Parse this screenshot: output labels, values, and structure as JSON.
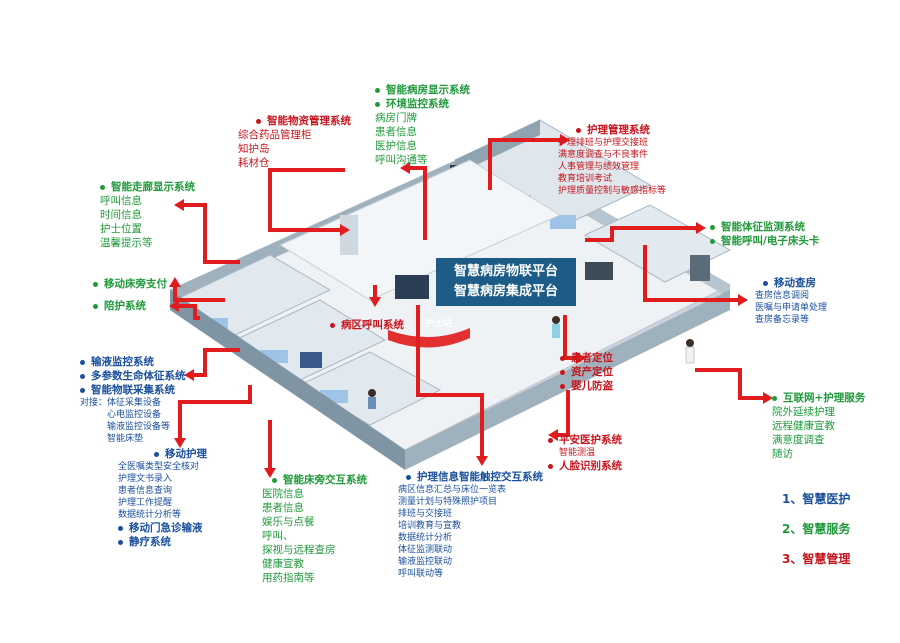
{
  "center": {
    "line1": "智慧病房物联平台",
    "line2": "智慧病房集成平台",
    "nurse_station": "护士站"
  },
  "ward_call": "病区呼叫系统",
  "wuzi": {
    "title": "智能物资管理系统",
    "items": [
      "综合药品管理柜",
      "知护岛",
      "耗材仓"
    ]
  },
  "bingfang": {
    "titles": [
      "智能病房显示系统",
      "环境监控系统"
    ],
    "items": [
      "病房门牌",
      "患者信息",
      "医护信息",
      "呼叫沟通等"
    ]
  },
  "huli_mgmt": {
    "title": "护理管理系统",
    "items": [
      "护理排班与护理交接班",
      "满意度调查与不良事件",
      "人事管理与绩效管理",
      "教育培训考试",
      "护理质量控制与敏感指标等"
    ]
  },
  "zoulang": {
    "title": "智能走廊显示系统",
    "items": [
      "呼叫信息",
      "时间信息",
      "护士位置",
      "温馨提示等"
    ]
  },
  "tizheng": {
    "titles": [
      "智能体征监测系统",
      "智能呼叫/电子床头卡"
    ]
  },
  "yidong_zhifu": {
    "title": "移动床旁支付"
  },
  "peihu": {
    "title": "陪护系统"
  },
  "chafang": {
    "title": "移动查房",
    "items": [
      "查房信息调阅",
      "医嘱与申请单处理",
      "查房备忘录等"
    ]
  },
  "shuye": {
    "titles": [
      "输液监控系统",
      "多参数生命体征系统",
      "智能物联采集系统"
    ],
    "items": [
      "对接：体征采集设备",
      "心电监控设备",
      "输液监控设备等",
      "智能床垫"
    ]
  },
  "dingwei": {
    "items": [
      "患者定位",
      "资产定位",
      "婴儿防盗"
    ]
  },
  "hulianwang": {
    "title": "互联网+护理服务",
    "items": [
      "院外延续护理",
      "远程健康宣教",
      "满意度调查",
      "随访"
    ]
  },
  "yidong_huli": {
    "title": "移动护理",
    "items": [
      "全医嘱类型安全核对",
      "护理文书录入",
      "患者信息查询",
      "护理工作提醒",
      "数据统计分析等"
    ],
    "extra": [
      "移动门急诊输液",
      "静疗系统"
    ]
  },
  "pingan": {
    "title": "平安医护系统",
    "items": [
      "智能测温"
    ],
    "extra": "人脸识别系统"
  },
  "chuangpang": {
    "title": "智能床旁交互系统",
    "items": [
      "医院信息",
      "患者信息",
      "娱乐与点餐",
      "呼叫、",
      "探视与远程查房",
      "健康宣教",
      "用药指南等"
    ]
  },
  "chukong": {
    "title": "护理信息智能触控交互系统",
    "items": [
      "病区信息汇总与床位一览表",
      "测量计划与特殊照护项目",
      "排班与交接班",
      "培训教育与宣教",
      "数据统计分析",
      "体征监测联动",
      "输液监控联动",
      "呼叫联动等"
    ]
  },
  "legend": [
    "1、智慧医护",
    "2、智慧服务",
    "3、智慧管理"
  ],
  "colors": {
    "green": "#1f9a3a",
    "red": "#c8151d",
    "blue": "#1a4f9c",
    "arrow": "#e01c1f",
    "platform": "#1c5c86"
  }
}
